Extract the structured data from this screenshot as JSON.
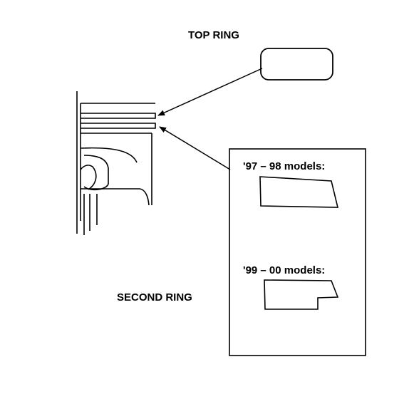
{
  "labels": {
    "top_ring": "TOP RING",
    "second_ring": "SECOND RING",
    "model_a": "'97 – 98 models:",
    "model_b": "'99 – 00 models:"
  },
  "colors": {
    "ink": "#000000",
    "paper": "#ffffff"
  }
}
